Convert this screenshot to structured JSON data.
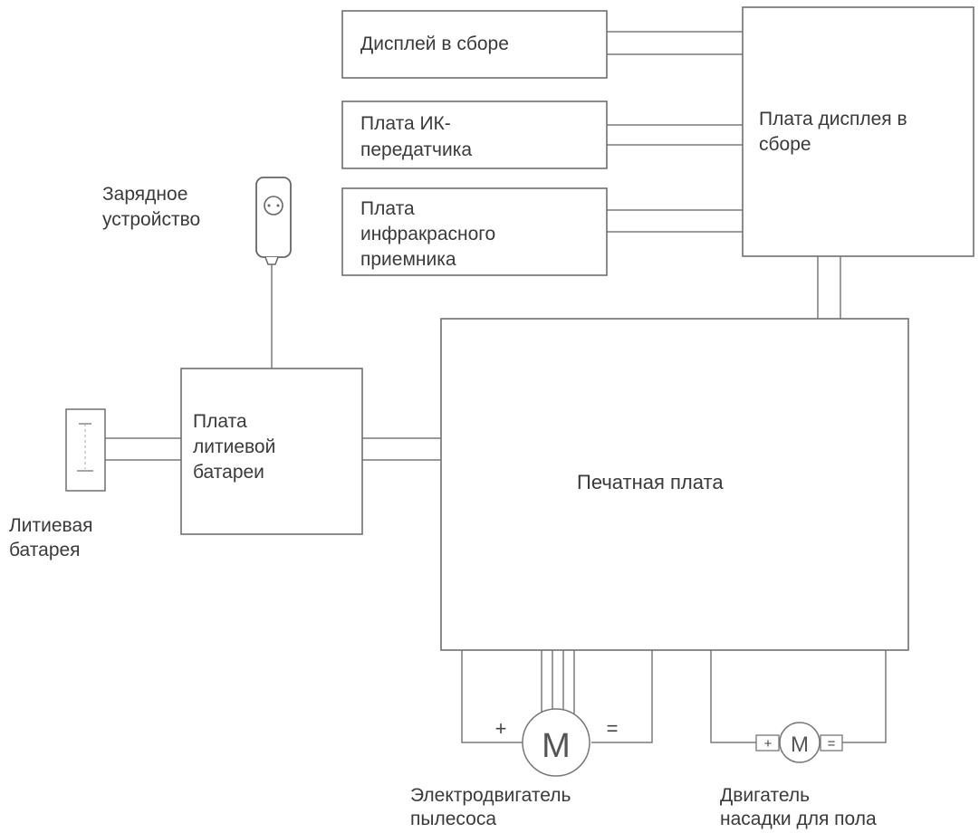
{
  "blocks": {
    "display": [
      "Дисплей в сборе"
    ],
    "ir_tx": [
      "Плата ИК-",
      "передатчика"
    ],
    "ir_rx": [
      "Плата",
      "инфракрасного",
      "приемника"
    ],
    "display_board": [
      "Плата дисплея в",
      "сборе"
    ],
    "charger": [
      "Зарядное",
      "устройство"
    ],
    "battery_board": [
      "Плата",
      "литиевой",
      "батареи"
    ],
    "battery": [
      "Литиевая",
      "батарея"
    ],
    "pcb": [
      "Печатная плата"
    ],
    "vac_motor": [
      "Электродвигатель",
      "пылесоса"
    ],
    "floor_motor": [
      "Двигатель",
      "насадки для пола"
    ]
  },
  "motor_symbol": "M",
  "polarity": {
    "plus": "+",
    "minus": "="
  }
}
